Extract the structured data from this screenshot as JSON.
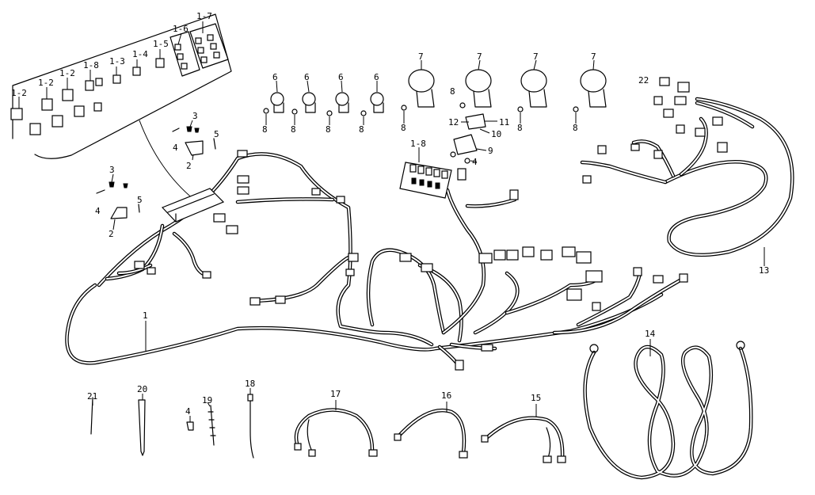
{
  "labels": {
    "l1": "1",
    "l12": "1-2",
    "l13": "1-3",
    "l14": "1-4",
    "l15": "1-5",
    "l16": "1-6",
    "l17": "1-7",
    "l18": "1-8",
    "l2": "2",
    "l3": "3",
    "l4": "4",
    "l5": "5",
    "l6": "6",
    "l7": "7",
    "l8": "8",
    "l9": "9",
    "l10": "10",
    "l11": "11",
    "l12b": "12",
    "l13b": "13",
    "l14b": "14",
    "l15b": "15",
    "l16b": "16",
    "l17b": "17",
    "l18b": "18",
    "l19": "19",
    "l20": "20",
    "l21": "21",
    "l22": "22"
  }
}
